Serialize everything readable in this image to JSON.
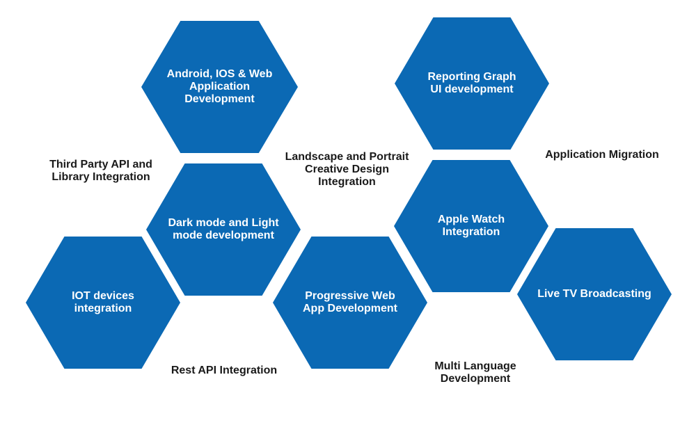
{
  "colors": {
    "hexagon": "#0b69b4",
    "hexagon_text": "#ffffff",
    "text": "#1a1a1a",
    "background": "#ffffff"
  },
  "hexagons": [
    {
      "id": "android-ios-web",
      "label": "Android, IOS & Web\nApplication\nDevelopment"
    },
    {
      "id": "reporting-graph",
      "label": "Reporting Graph\nUI development"
    },
    {
      "id": "dark-light-mode",
      "label": "Dark mode and Light\nmode development"
    },
    {
      "id": "apple-watch",
      "label": "Apple Watch\nIntegration"
    },
    {
      "id": "iot-devices",
      "label": "IOT devices\nintegration"
    },
    {
      "id": "progressive-web-app",
      "label": "Progressive Web\nApp Development"
    },
    {
      "id": "live-tv",
      "label": "Live TV Broadcasting"
    }
  ],
  "labels": [
    {
      "id": "third-party-api",
      "text": "Third Party API and\nLibrary Integration"
    },
    {
      "id": "landscape-portrait",
      "text": "Landscape and Portrait\nCreative Design\nIntegration"
    },
    {
      "id": "app-migration",
      "text": "Application Migration"
    },
    {
      "id": "rest-api",
      "text": "Rest API Integration"
    },
    {
      "id": "multi-language",
      "text": "Multi Language\nDevelopment"
    }
  ]
}
